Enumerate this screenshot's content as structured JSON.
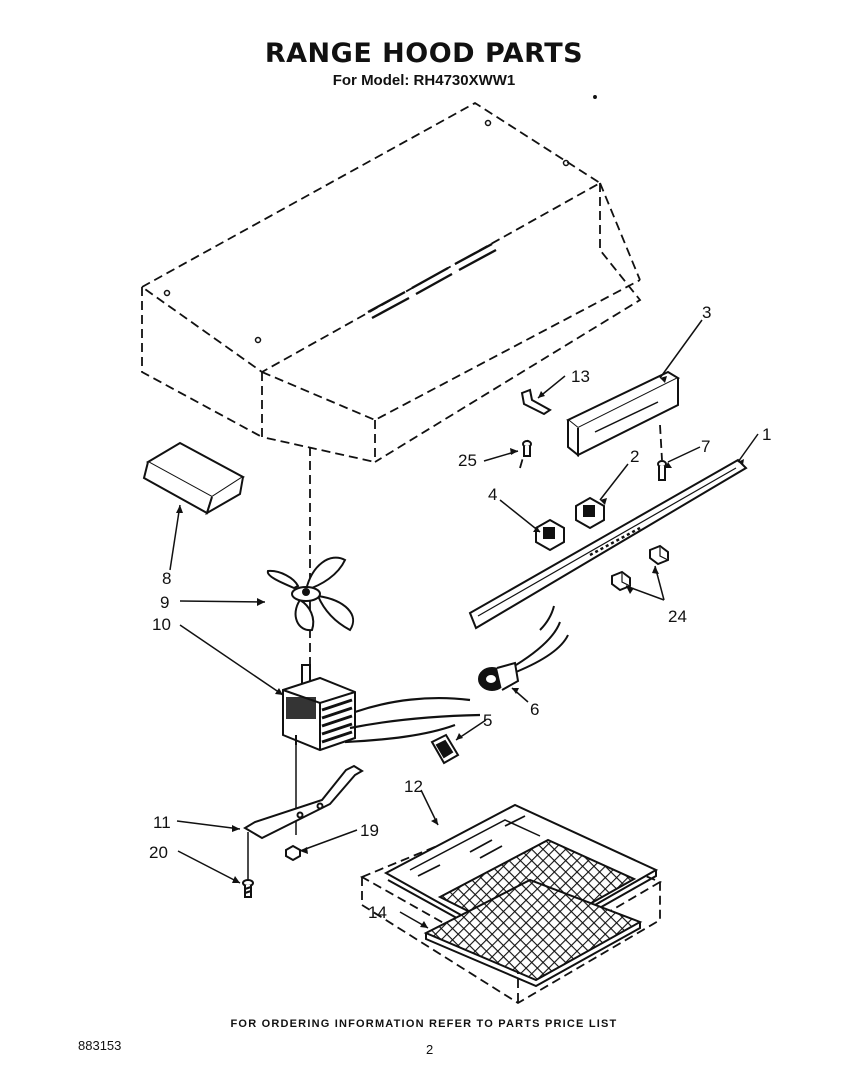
{
  "header": {
    "title": "RANGE HOOD PARTS",
    "subtitle": "For Model: RH4730XWW1"
  },
  "callouts": [
    {
      "id": "1",
      "text": "1"
    },
    {
      "id": "2",
      "text": "2"
    },
    {
      "id": "3",
      "text": "3"
    },
    {
      "id": "4",
      "text": "4"
    },
    {
      "id": "5",
      "text": "5"
    },
    {
      "id": "6",
      "text": "6"
    },
    {
      "id": "7",
      "text": "7"
    },
    {
      "id": "8",
      "text": "8"
    },
    {
      "id": "9",
      "text": "9"
    },
    {
      "id": "10",
      "text": "10"
    },
    {
      "id": "11",
      "text": "11"
    },
    {
      "id": "12",
      "text": "12"
    },
    {
      "id": "13",
      "text": "13"
    },
    {
      "id": "14",
      "text": "14"
    },
    {
      "id": "19",
      "text": "19"
    },
    {
      "id": "20",
      "text": "20"
    },
    {
      "id": "24",
      "text": "24"
    },
    {
      "id": "25",
      "text": "25"
    }
  ],
  "footer": {
    "note": "FOR ORDERING INFORMATION REFER TO PARTS PRICE LIST",
    "doc_number": "883153",
    "page": "2"
  },
  "colors": {
    "ink": "#111111",
    "paper": "#ffffff"
  }
}
